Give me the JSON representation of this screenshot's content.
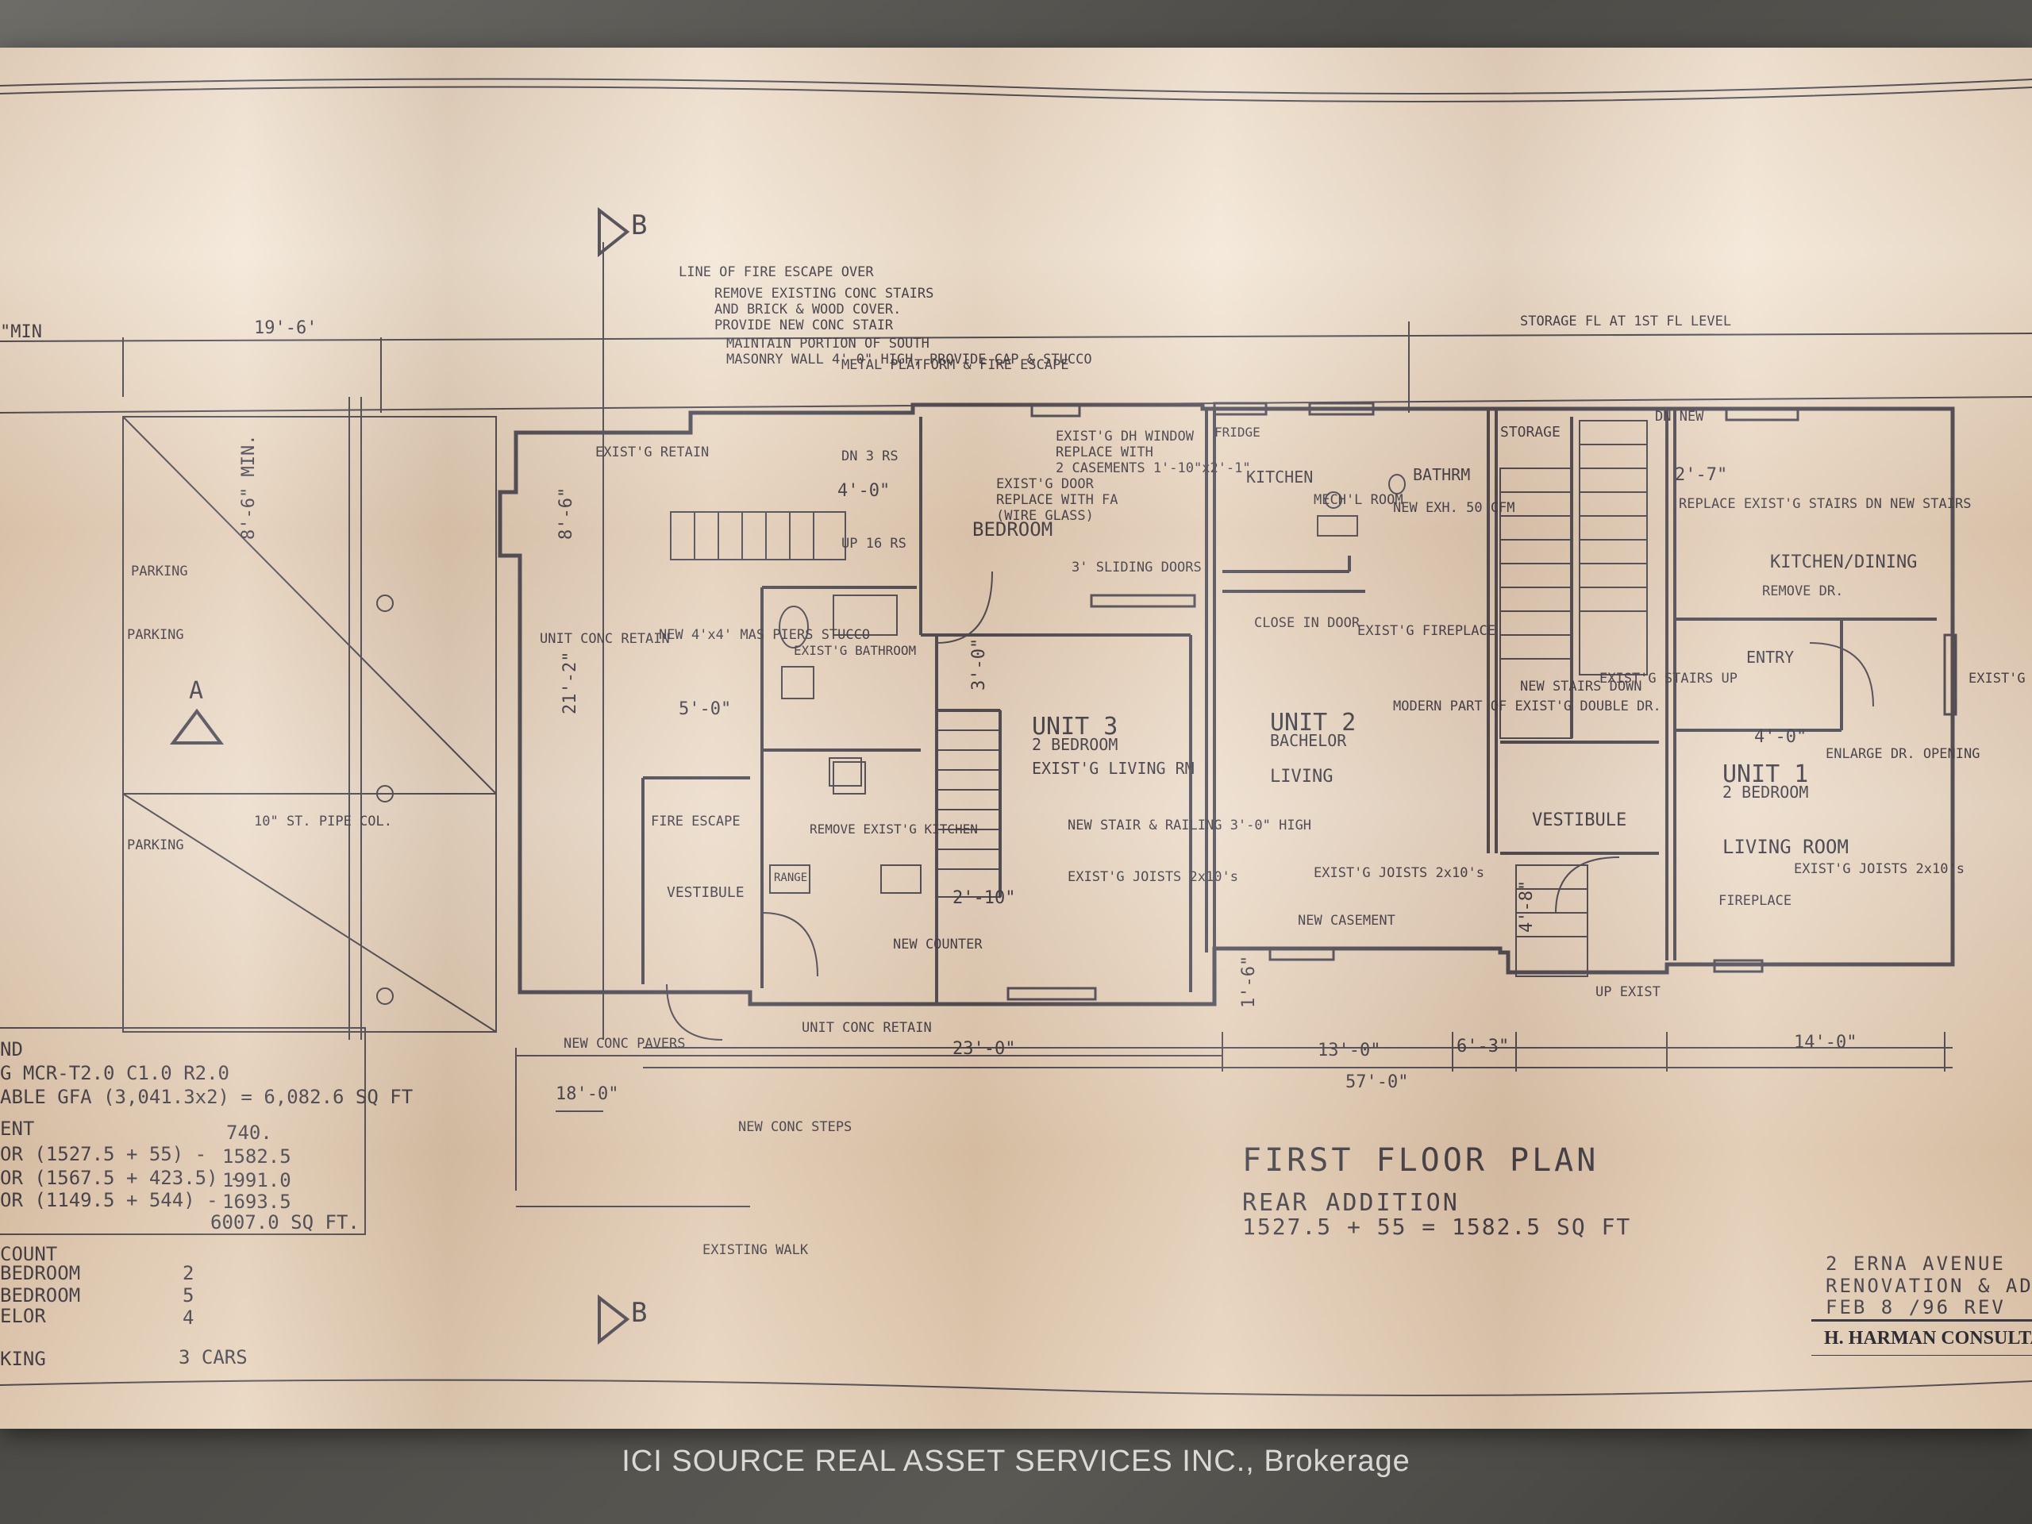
{
  "watermark": "ICI SOURCE REAL ASSET SERVICES INC., Brokerage",
  "drawing": {
    "title": "FIRST FLOOR PLAN",
    "subtitle": "REAR ADDITION",
    "area_line": "1527.5 + 55 = 1582.5 SQ FT",
    "project_lines": [
      "2 ERNA AVENUE",
      "RENOVATION & ADD",
      "FEB 8 /96 REV"
    ],
    "consultant": "H. HARMAN CONSULTANT"
  },
  "section_marks": {
    "top": "B",
    "bottom": "B",
    "left": "A"
  },
  "dimensions": {
    "min_setback": "\"MIN",
    "width_top": "19'-6'",
    "width_unit3": "23'-0\"",
    "width_unit2": "13'-0\"",
    "width_vestibule": "6'-3\"",
    "width_unit1": "14'-0\"",
    "overall": "57'-0\"",
    "left_stairs": "18'-0\"",
    "height_parking": "8'-6\" MIN.",
    "height_86": "8'-6\"",
    "d_4_0": "4'-0\"",
    "d_5_0": "5'-0\"",
    "d_21_2": "21'-2\"",
    "d_3_0": "3'-0\"",
    "d_4_8": "4'-8\"",
    "d_1_6": "1'-6\"",
    "d_4_0_unit1": "4'-0\"",
    "d_2_7": "2'-7\"",
    "d_2_10": "2'-10\""
  },
  "rooms": {
    "unit3": {
      "name": "UNIT 3",
      "type": "2 BEDROOM",
      "room": "EXIST'G LIVING RM"
    },
    "bedroom": "BEDROOM",
    "unit2": {
      "name": "UNIT 2",
      "type": "BACHELOR",
      "room": "LIVING"
    },
    "unit1": {
      "name": "UNIT 1",
      "type": "2 BEDROOM",
      "room": "LIVING ROOM"
    },
    "kitchen": "KITCHEN",
    "bathrm": "BATHRM",
    "kitchen_dining": "KITCHEN/DINING",
    "vestibule": "VESTIBULE",
    "vestibule_left": "VESTIBULE",
    "entry": "ENTRY",
    "storage": "STORAGE",
    "exist_bathroom": "EXIST'G BATHROOM",
    "remove_kitchen": "REMOVE EXIST'G KITCHEN",
    "fridge": "FRIDGE",
    "range": "RANGE"
  },
  "notes": {
    "fire_escape_line": "LINE OF FIRE ESCAPE OVER",
    "remove_stairs_1": "REMOVE EXISTING CONC STAIRS",
    "remove_stairs_2": "AND BRICK & WOOD COVER.",
    "remove_stairs_3": "PROVIDE NEW CONC STAIR",
    "maintain_1": "MAINTAIN PORTION OF SOUTH",
    "maintain_2": "MASONRY WALL 4'-0\" HIGH, PROVIDE CAP & STUCCO",
    "metal_platform": "METAL PLATFORM & FIRE ESCAPE",
    "exist_retain": "EXIST'G RETAIN",
    "window_1": "EXIST'G DH WINDOW",
    "window_2": "REPLACE WITH",
    "window_3": "2 CASEMENTS 1'-10\"x2'-1\"",
    "door_1": "EXIST'G DOOR",
    "door_2": "REPLACE WITH FA",
    "door_3": "(WIRE GLASS)",
    "sliding_doors": "3' SLIDING DOORS",
    "parking1": "PARKING",
    "parking2": "PARKING",
    "parking3": "PARKING",
    "steel_column": "10\" ST. PIPE COL.",
    "new_piers": "NEW 4'x4' MAS PIERS STUCCO",
    "unit_conc_retain": "UNIT CONC RETAIN",
    "new_conc_steps": "NEW CONC STEPS",
    "existing_walk": "EXISTING WALK",
    "unit_conc_retain2": "UNIT CONC RETAIN",
    "new_stair": "NEW STAIR & RAILING 3'-0\" HIGH",
    "exist_joists_u3": "EXIST'G JOISTS 2x10's",
    "exist_joists_u2": "EXIST'G JOISTS 2x10's",
    "exist_joists_u1": "EXIST'G JOISTS 2x10's",
    "new_casement": "NEW CASEMENT",
    "close_door": "CLOSE IN DOOR",
    "exist_fireplace": "EXIST'G FIREPLACE",
    "storage_level": "STORAGE FL AT 1ST FL LEVEL",
    "new_counter": "NEW COUNTER",
    "new_stairs_down": "NEW STAIRS DOWN",
    "exist_stairs_up": "EXIST'G STAIRS UP",
    "replace_stairs": "REPLACE EXIST'G STAIRS DN NEW STAIRS",
    "remove_dr": "REMOVE DR.",
    "enlarge_opening": "ENLARGE DR. OPENING",
    "fireplace": "FIREPLACE",
    "up_exist": "UP EXIST",
    "dn_new": "DN NEW",
    "up_16": "UP 16 RS",
    "dn_3": "DN 3 RS",
    "mech_room": "MECH'L ROOM",
    "new_exh": "NEW EXH. 50 CFM",
    "modern_part": "MODERN PART OF EXIST'G DOUBLE DR.",
    "new_piers_bottom": "NEW CONC PAVERS",
    "exist_steps": "EXIST'G STEPS",
    "fire_escape_label": "FIRE ESCAPE"
  },
  "legend": {
    "header": "ND",
    "zoning": "G MCR-T2.0 C1.0 R2.0",
    "gfa": "ABLE GFA (3,041.3x2) = 6,082.6 SQ FT",
    "count_label": "ENT",
    "count_value": "740.",
    "first_label": "OR  (1527.5 + 55) -",
    "first_value": "1582.5",
    "second_label": "OR  (1567.5 + 423.5) -",
    "second_value": "1991.0",
    "third_label": "OR  (1149.5 + 544) -",
    "third_value": "1693.5",
    "total": "6007.0 SQ FT.",
    "unit_count": "COUNT",
    "two_bed": "BEDROOM",
    "two_bed_val": "2",
    "one_bed": "BEDROOM",
    "one_bed_val": "5",
    "bachelor": "ELOR",
    "bachelor_val": "4",
    "parking": "KING",
    "parking_val": "3 CARS"
  },
  "colors": {
    "paper": "#ecdccb",
    "ink": "#3c3a44",
    "table": "#5c5a55"
  }
}
